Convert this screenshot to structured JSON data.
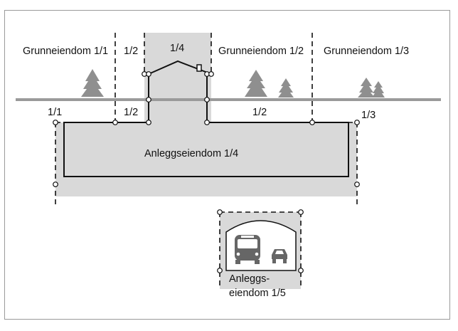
{
  "colors": {
    "frame": "#9a9a9a",
    "ground": "#9a9a9a",
    "shade": "#d9d9d9",
    "line": "#111111",
    "tree": "#8f8f8f",
    "background": "#ffffff"
  },
  "labels": {
    "g11": "Grunneiendom 1/1",
    "g12": "Grunneiendom 1/2",
    "g13": "Grunneiendom 1/3",
    "top_12": "1/2",
    "top_14": "1/4",
    "low_11": "1/1",
    "low_12a": "1/2",
    "low_12b": "1/2",
    "low_13": "1/3",
    "anlegg14": "Anleggseiendom 1/4",
    "anlegg15_line1": "Anleggs-",
    "anlegg15_line2": "eiendom 1/5"
  },
  "icons": {
    "trees": "tree-icon",
    "house": "house-icon",
    "tunnel": "tunnel-icon",
    "bus": "bus-icon",
    "car": "car-icon",
    "markers": "boundary-marker-icon"
  }
}
